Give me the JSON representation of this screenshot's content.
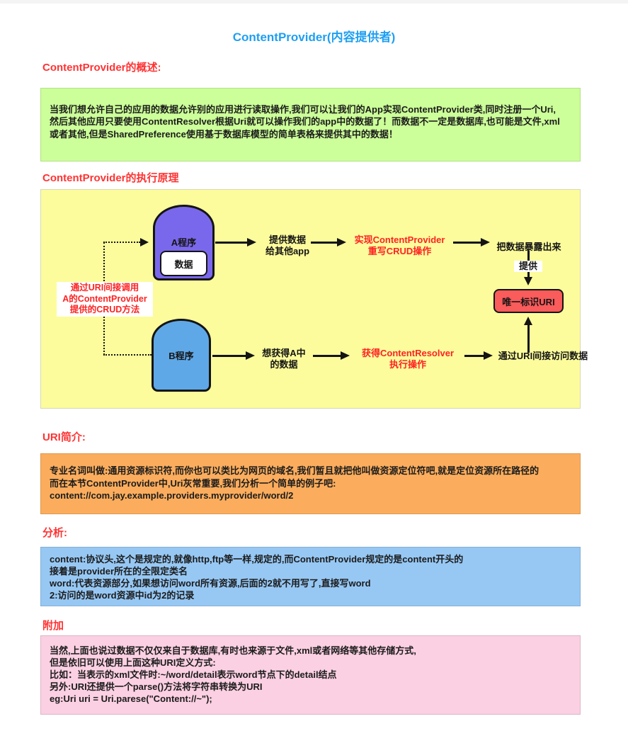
{
  "page": {
    "title": "ContentProvider(内容提供者)"
  },
  "colors": {
    "title_blue": "#1E9FF2",
    "heading_red": "#FF3333",
    "diagram_red_text": "#FF2222",
    "overview_box_bg": "#CCFF99",
    "diagram_box_bg": "#FCFC9C",
    "uri_box_bg": "#FBAD5D",
    "analysis_box_bg": "#97C8F4",
    "extra_box_bg": "#FBD0E2",
    "node_a_fill": "#7A68EC",
    "node_b_fill": "#5FA8E8",
    "uri_id_fill": "#FA5B5B"
  },
  "sections": {
    "overview": {
      "heading": "ContentProvider的概述:",
      "lines": [
        "当我们想允许自己的应用的数据允许别的应用进行读取操作,我们可以让我们的App实现ContentProvider类,同时注册一个Uri,",
        "然后其他应用只要使用ContentResolver根据Uri就可以操作我们的app中的数据了！而数据不一定是数据库,也可能是文件,xml",
        "或者其他,但是SharedPreference使用基于数据库模型的简单表格来提供其中的数据！"
      ]
    },
    "principle": {
      "heading": "ContentProvider的执行原理"
    },
    "uri": {
      "heading": "URI简介:",
      "lines": [
        "专业名词叫做:通用资源标识符,而你也可以类比为网页的域名,我们暂且就把他叫做资源定位符吧,就是定位资源所在路径的",
        "而在本节ContentProvider中,Uri灰常重要,我们分析一个简单的例子吧:",
        "content://com.jay.example.providers.myprovider/word/2"
      ]
    },
    "analysis": {
      "heading": "分析:",
      "lines": [
        "content:协议头,这个是规定的,就像http,ftp等一样,规定的,而ContentProvider规定的是content开头的",
        "接着是provider所在的全限定类名",
        "word:代表资源部分,如果想访问word所有资源,后面的2就不用写了,直接写word",
        "2:访问的是word资源中id为2的记录"
      ]
    },
    "extra": {
      "heading": "附加",
      "lines": [
        "当然,上面也说过数据不仅仅来自于数据库,有时也来源于文件,xml或者网络等其他存储方式,",
        "但是依旧可以使用上面这种URI定义方式:",
        "比如：当表示的xml文件时:~/word/detail表示word节点下的detail结点",
        "另外:URI还提供一个parse()方法将字符串转换为URI",
        "eg:Uri uri = Uri.parese(\"Content://~\");"
      ]
    }
  },
  "diagram": {
    "node_a": "A程序",
    "node_a_data": "数据",
    "node_b": "B程序",
    "provide_data": "提供数据\n给其他app",
    "implement": "实现ContentProvider\n重写CRUD操作",
    "expose": "把数据暴露出来",
    "provide": "提供",
    "uri_id": "唯一标识URI",
    "via_uri_note": "通过URI间接调用\nA的ContentProvider\n提供的CRUD方法",
    "want_data": "想获得A中\n的数据",
    "resolver": "获得ContentResolver\n执行操作",
    "access": "通过URI间接访问数据"
  }
}
